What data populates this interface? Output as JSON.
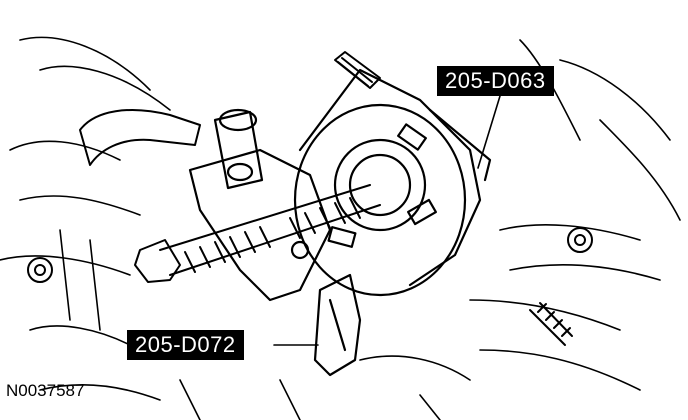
{
  "callouts": {
    "tool_top": "205-D063",
    "tool_bottom": "205-D072"
  },
  "figure_id": "N0037587",
  "colors": {
    "ink": "#000000",
    "paper": "#ffffff",
    "callout_bg": "#000000",
    "callout_text": "#ffffff"
  }
}
